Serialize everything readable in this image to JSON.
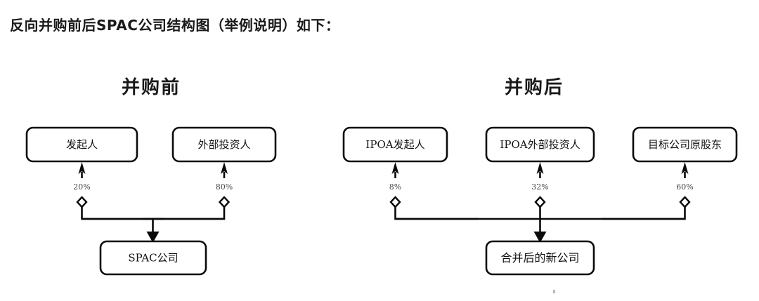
{
  "page": {
    "title": "反向并购前后SPAC公司结构图（举例说明）如下：",
    "background_color": "#ffffff",
    "line_color": "#0a0a0a",
    "text_color": "#111111",
    "percent_text_color": "#444444"
  },
  "sections": [
    {
      "id": "before",
      "heading": "并购前",
      "top_nodes": [
        {
          "label": "发起人",
          "percent": "20%"
        },
        {
          "label": "外部投资人",
          "percent": "80%"
        }
      ],
      "bottom_node": {
        "label": "SPAC公司"
      }
    },
    {
      "id": "after",
      "heading": "并购后",
      "top_nodes": [
        {
          "label": "IPOA发起人",
          "percent": "8%"
        },
        {
          "label": "IPOA外部投资人",
          "percent": "32%"
        },
        {
          "label": "目标公司原股东",
          "percent": "60%"
        }
      ],
      "bottom_node": {
        "label": "合并后的新公司"
      }
    }
  ],
  "chart_data": {
    "type": "diagram",
    "title": "反向并购前后SPAC公司结构图（举例说明）如下：",
    "panels": [
      {
        "name": "并购前",
        "shareholders": [
          {
            "name": "发起人",
            "share_percent": 20
          },
          {
            "name": "外部投资人",
            "share_percent": 80
          }
        ],
        "entity": "SPAC公司"
      },
      {
        "name": "并购后",
        "shareholders": [
          {
            "name": "IPOA发起人",
            "share_percent": 8
          },
          {
            "name": "IPOA外部投资人",
            "share_percent": 32
          },
          {
            "name": "目标公司原股东",
            "share_percent": 60
          }
        ],
        "entity": "合并后的新公司"
      }
    ]
  }
}
